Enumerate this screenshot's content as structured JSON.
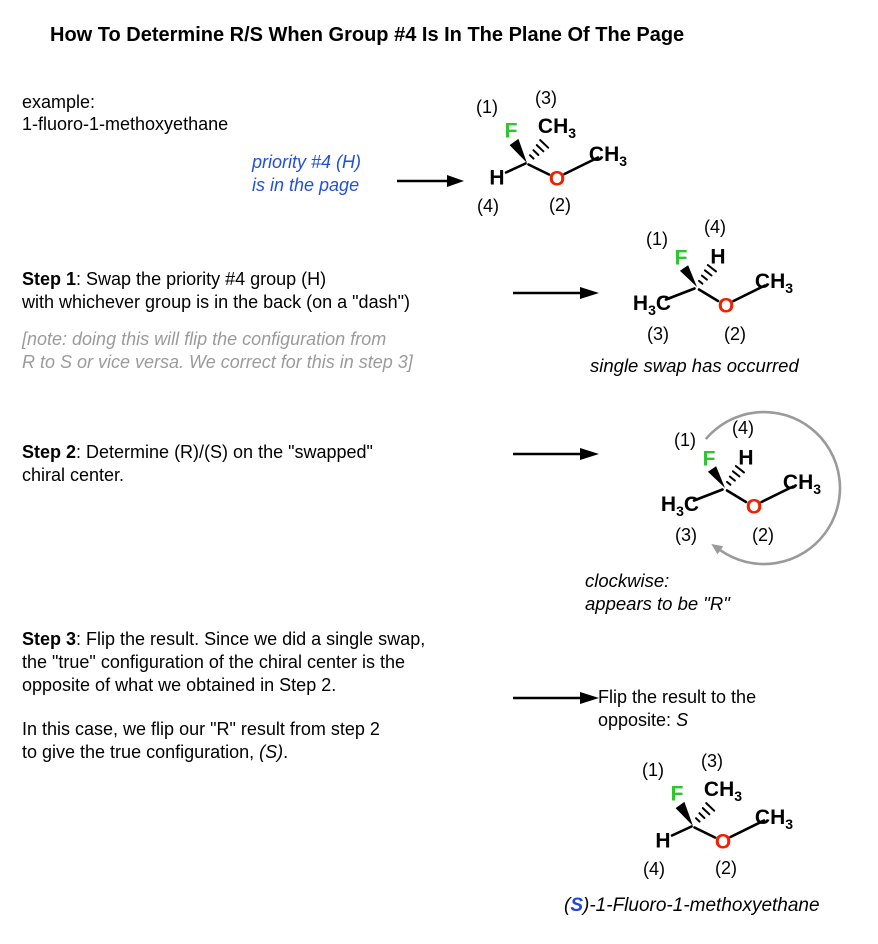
{
  "title": "How To Determine R/S When Group #4 Is In The Plane Of The Page",
  "colors": {
    "fluorine_green": "#2DC62D",
    "oxygen_red": "#F02000",
    "note_blue": "#2251D9",
    "note_gray": "#9B9B9B",
    "arrow_gray": "#9A9A9A",
    "result_blue": "#2244E0"
  },
  "example": {
    "label": "example:",
    "compound": "1-fluoro-1-methoxyethane",
    "annotation": "priority #4 (H) is in the page"
  },
  "atoms": {
    "f": "F",
    "h": "H",
    "o": "O",
    "c": "C",
    "ch": "CH",
    "subscript": "3"
  },
  "priorities": {
    "p1": "(1)",
    "p2": "(2)",
    "p3": "(3)",
    "p4": "(4)"
  },
  "step1": {
    "heading_bold": "Step 1",
    "heading_rest_line1": ": Swap the priority #4 group (H)",
    "heading_line2": "with whichever group is in the back (on a \"dash\")",
    "note_line1": "[note: doing this will flip the configuration from",
    "note_line2": "R to S or vice versa. We correct for this in step 3]",
    "caption": "single swap has occurred"
  },
  "step2": {
    "heading_bold": "Step 2",
    "heading_rest_line1": ": Determine (R)/(S) on the \"swapped\"",
    "heading_line2": "chiral center.",
    "caption_line1": "clockwise:",
    "caption_line2": "appears to be \"R\""
  },
  "step3": {
    "heading_bold": "Step 3",
    "heading_rest_line1": ": Flip the result. Since we did a single swap,",
    "line2": "the \"true\" configuration of the chiral center is the",
    "line3": "opposite of what we obtained in Step 2.",
    "para2_line1": "In this case, we flip our \"R\" result from step 2",
    "para2_line2_plain": "to give the true configuration, ",
    "para2_line2_italic": "(S)",
    "para2_line2_end": ".",
    "flip_line1": "Flip the result to the",
    "flip_line2_plain": "opposite: ",
    "flip_line2_italic": "S"
  },
  "final": {
    "caption_prefix": "(",
    "caption_s": "S",
    "caption_suffix": ")-1-Fluoro-1-methoxyethane"
  }
}
